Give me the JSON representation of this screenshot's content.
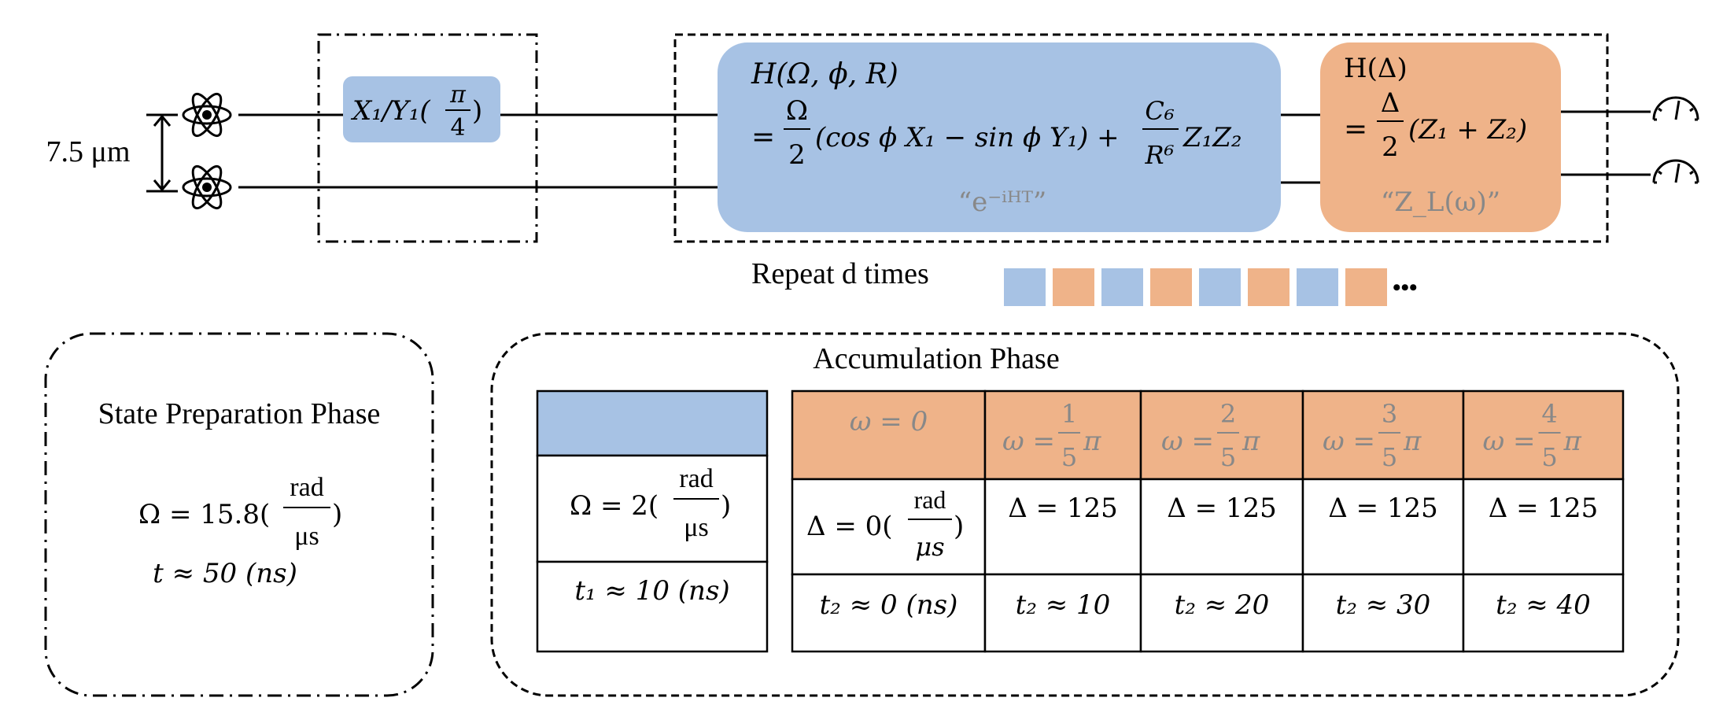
{
  "colors": {
    "blue": "#a7c2e4",
    "orange": "#efb389",
    "grey_text": "#888888",
    "ink": "#000000"
  },
  "circuit": {
    "distance_label": "7.5 μm",
    "atom_icon": "atom-icon",
    "measure_icon": "meter-icon",
    "prep_gate": {
      "main": "X₁/Y₁(",
      "frac_num": "π",
      "frac_den": "4",
      "close": ")"
    },
    "interaction_block": {
      "line1": "H(Ω, ϕ, R)",
      "eq": "=",
      "frac1_num": "Ω",
      "frac1_den": "2",
      "middle": "(cos ϕ X₁ − sin ϕ Y₁) +",
      "frac2_num": "C₆",
      "frac2_den": "R⁶",
      "tail": "Z₁Z₂",
      "caption": "“e⁻ⁱᴴᵀ”"
    },
    "detuning_block": {
      "line1": "H(Δ)",
      "eq": "=",
      "frac_num": "Δ",
      "frac_den": "2",
      "tail": "(Z₁ + Z₂)",
      "caption": "“Z_L(ω)”"
    },
    "repeat_label": "Repeat d times",
    "repeat_sequence": [
      "blue",
      "orange",
      "blue",
      "orange",
      "blue",
      "orange",
      "blue",
      "orange"
    ],
    "ellipsis": "•••"
  },
  "state_prep": {
    "title": "State Preparation Phase",
    "omega_lhs": "Ω = 15.8(",
    "omega_num": "rad",
    "omega_den": "μs",
    "omega_close": ")",
    "time": "t ≈ 50 (ns)"
  },
  "accumulation": {
    "title": "Accumulation Phase",
    "left_table": {
      "omega_lhs": "Ω = 2(",
      "omega_num": "rad",
      "omega_den": "μs",
      "omega_close": ")",
      "time": "t₁ ≈ 10 (ns)"
    },
    "main_table": {
      "headers": [
        {
          "lhs": "ω = 0",
          "num": "",
          "den": "",
          "rhs": ""
        },
        {
          "lhs": "ω =",
          "num": "1",
          "den": "5",
          "rhs": "π"
        },
        {
          "lhs": "ω =",
          "num": "2",
          "den": "5",
          "rhs": "π"
        },
        {
          "lhs": "ω =",
          "num": "3",
          "den": "5",
          "rhs": "π"
        },
        {
          "lhs": "ω =",
          "num": "4",
          "den": "5",
          "rhs": "π"
        }
      ],
      "delta_first": {
        "lhs": "Δ = 0(",
        "num": "rad",
        "den": "μs",
        "close": ")"
      },
      "delta_values": [
        "Δ = 125",
        "Δ = 125",
        "Δ = 125",
        "Δ = 125"
      ],
      "times": [
        "t₂ ≈ 0 (ns)",
        "t₂ ≈ 10",
        "t₂ ≈ 20",
        "t₂ ≈ 30",
        "t₂ ≈ 40"
      ]
    }
  }
}
